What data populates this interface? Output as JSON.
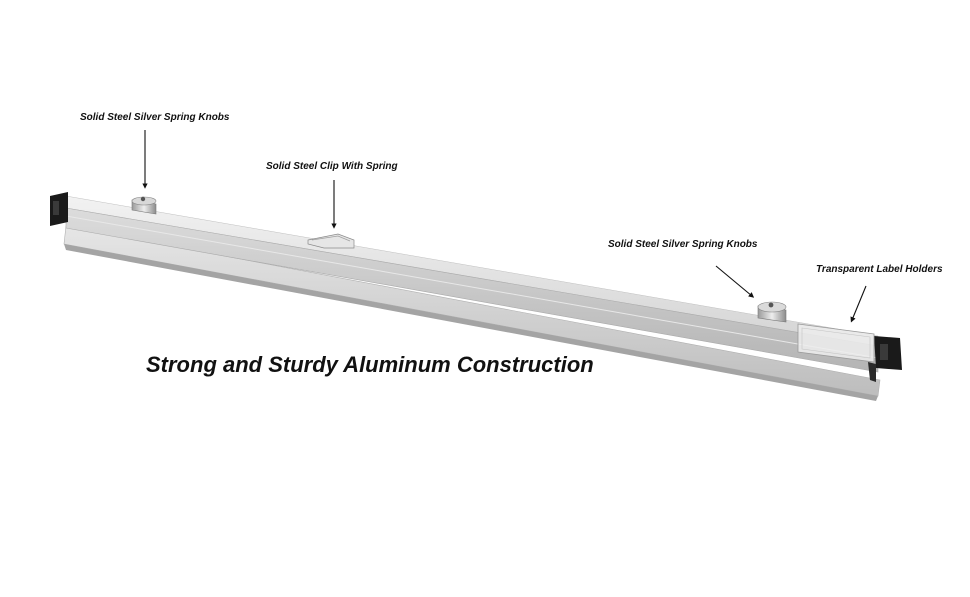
{
  "callouts": {
    "knobs_left": "Solid Steel Silver Spring Knobs",
    "clip": "Solid Steel Clip With Spring",
    "knobs_right": "Solid Steel Silver Spring Knobs",
    "label_holders": "Transparent Label Holders"
  },
  "headline": "Strong and Sturdy Aluminum Construction",
  "colors": {
    "aluminum_light": "#e4e4e4",
    "aluminum_mid": "#cfcfcf",
    "aluminum_dark": "#a9a9a9",
    "end_cap": "#1a1a1a",
    "text": "#111111"
  }
}
